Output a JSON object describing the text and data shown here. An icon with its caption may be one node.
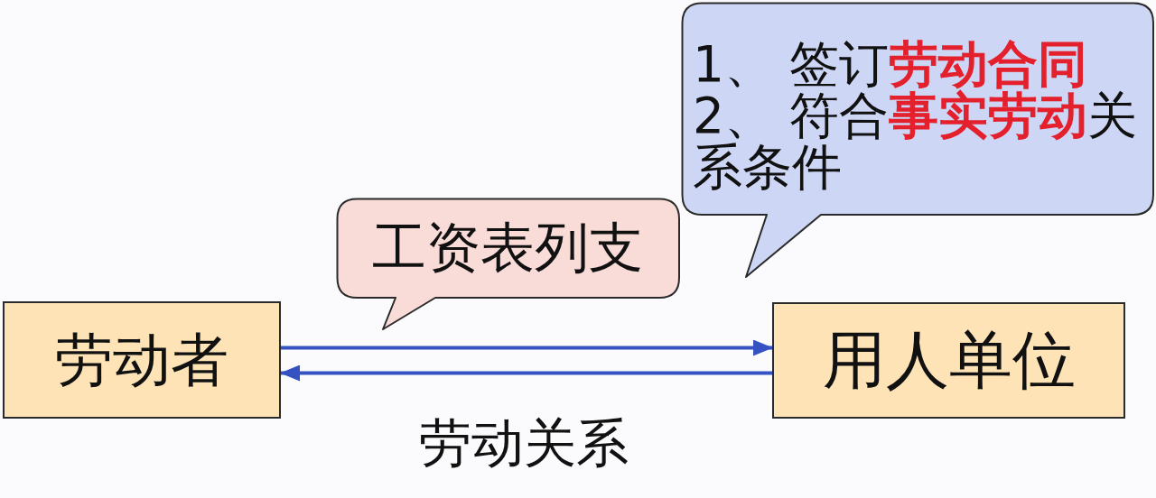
{
  "diagram": {
    "nodes": [
      {
        "text": [
          "劳动者"
        ]
      },
      {
        "text": [
          "用人单位"
        ]
      },
      {
        "text": [
          "工资表列支"
        ]
      },
      {
        "text": [
          "1、 签订**劳动合同**",
          "2、 符合**事实劳动**关系条件"
        ]
      }
    ],
    "edges": [
      {
        "from": 0,
        "to": 1,
        "arrow": "to"
      },
      {
        "from": 1,
        "to": 0,
        "arrow": "to"
      }
    ],
    "labels": [
      "劳动关系"
    ]
  }
}
